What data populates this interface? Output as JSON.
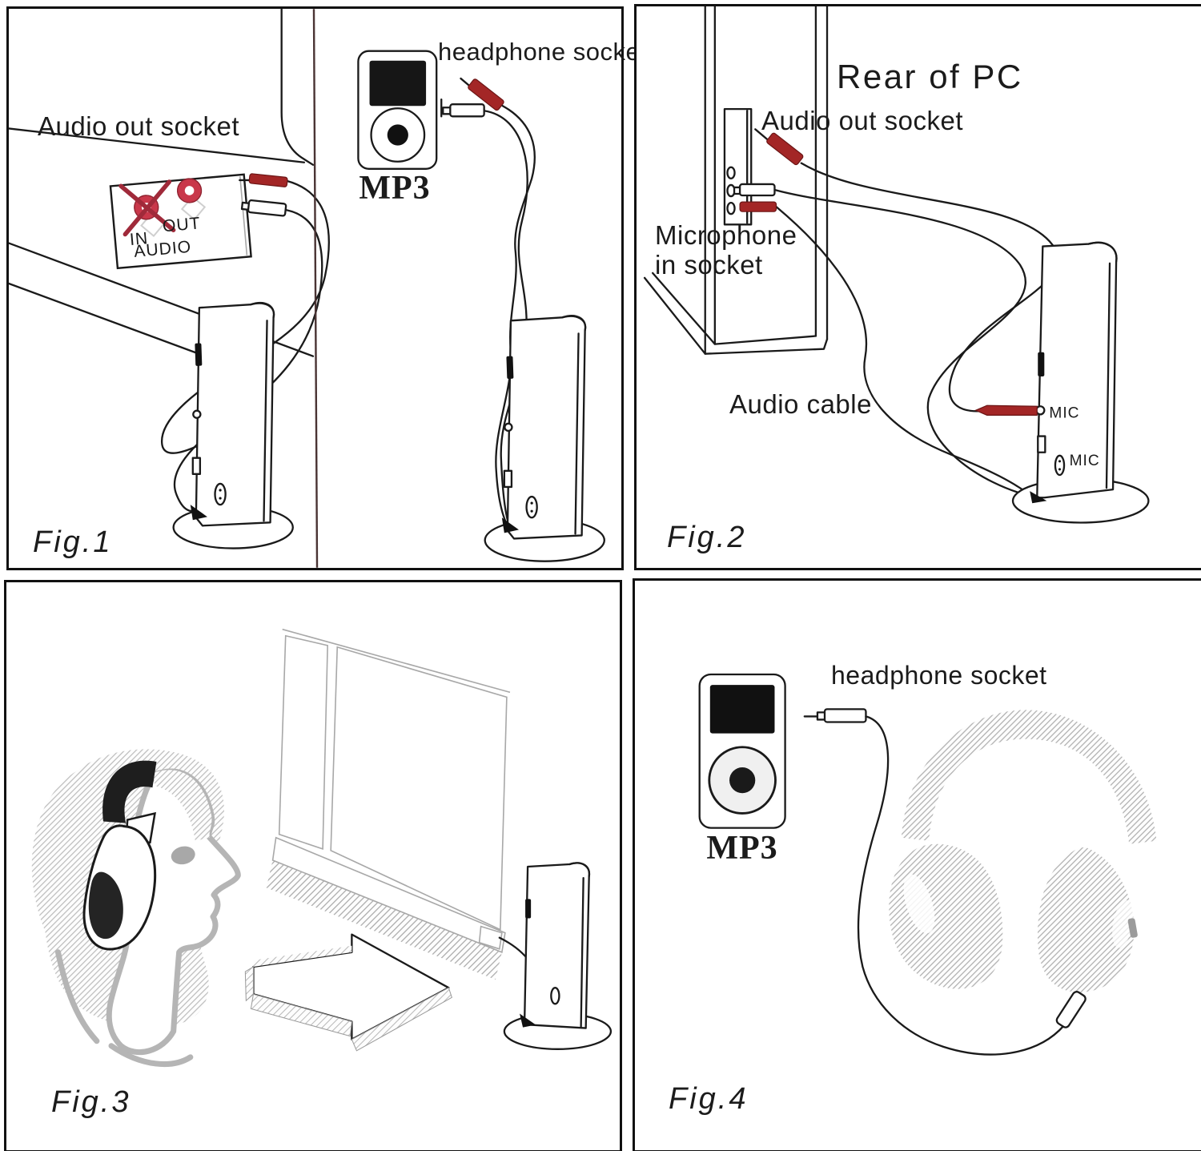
{
  "figures": {
    "fig1": {
      "caption": "Fig.1",
      "labels": {
        "audio_out_socket": "Audio out socket",
        "headphone_socket": "headphone socket",
        "mp3": "MP3",
        "in": "IN",
        "out": "OUT",
        "audio": "AUDIO"
      }
    },
    "fig2": {
      "caption": "Fig.2",
      "labels": {
        "rear_of_pc": "Rear of PC",
        "audio_out_socket": "Audio out socket",
        "microphone_in_socket": "Microphone in socket",
        "audio_cable": "Audio cable",
        "mic_jack": "MIC",
        "mic_button": "MIC"
      }
    },
    "fig3": {
      "caption": "Fig.3"
    },
    "fig4": {
      "caption": "Fig.4",
      "labels": {
        "headphone_socket": "headphone socket",
        "mp3": "MP3"
      }
    }
  },
  "colors": {
    "line": "#1a1a1a",
    "plug_red": "#a32626",
    "socket_ring_red": "#c9374a",
    "cross_red": "#a02a3a",
    "divider": "#4a3434",
    "sketch_gray": "#b5b5b5"
  }
}
